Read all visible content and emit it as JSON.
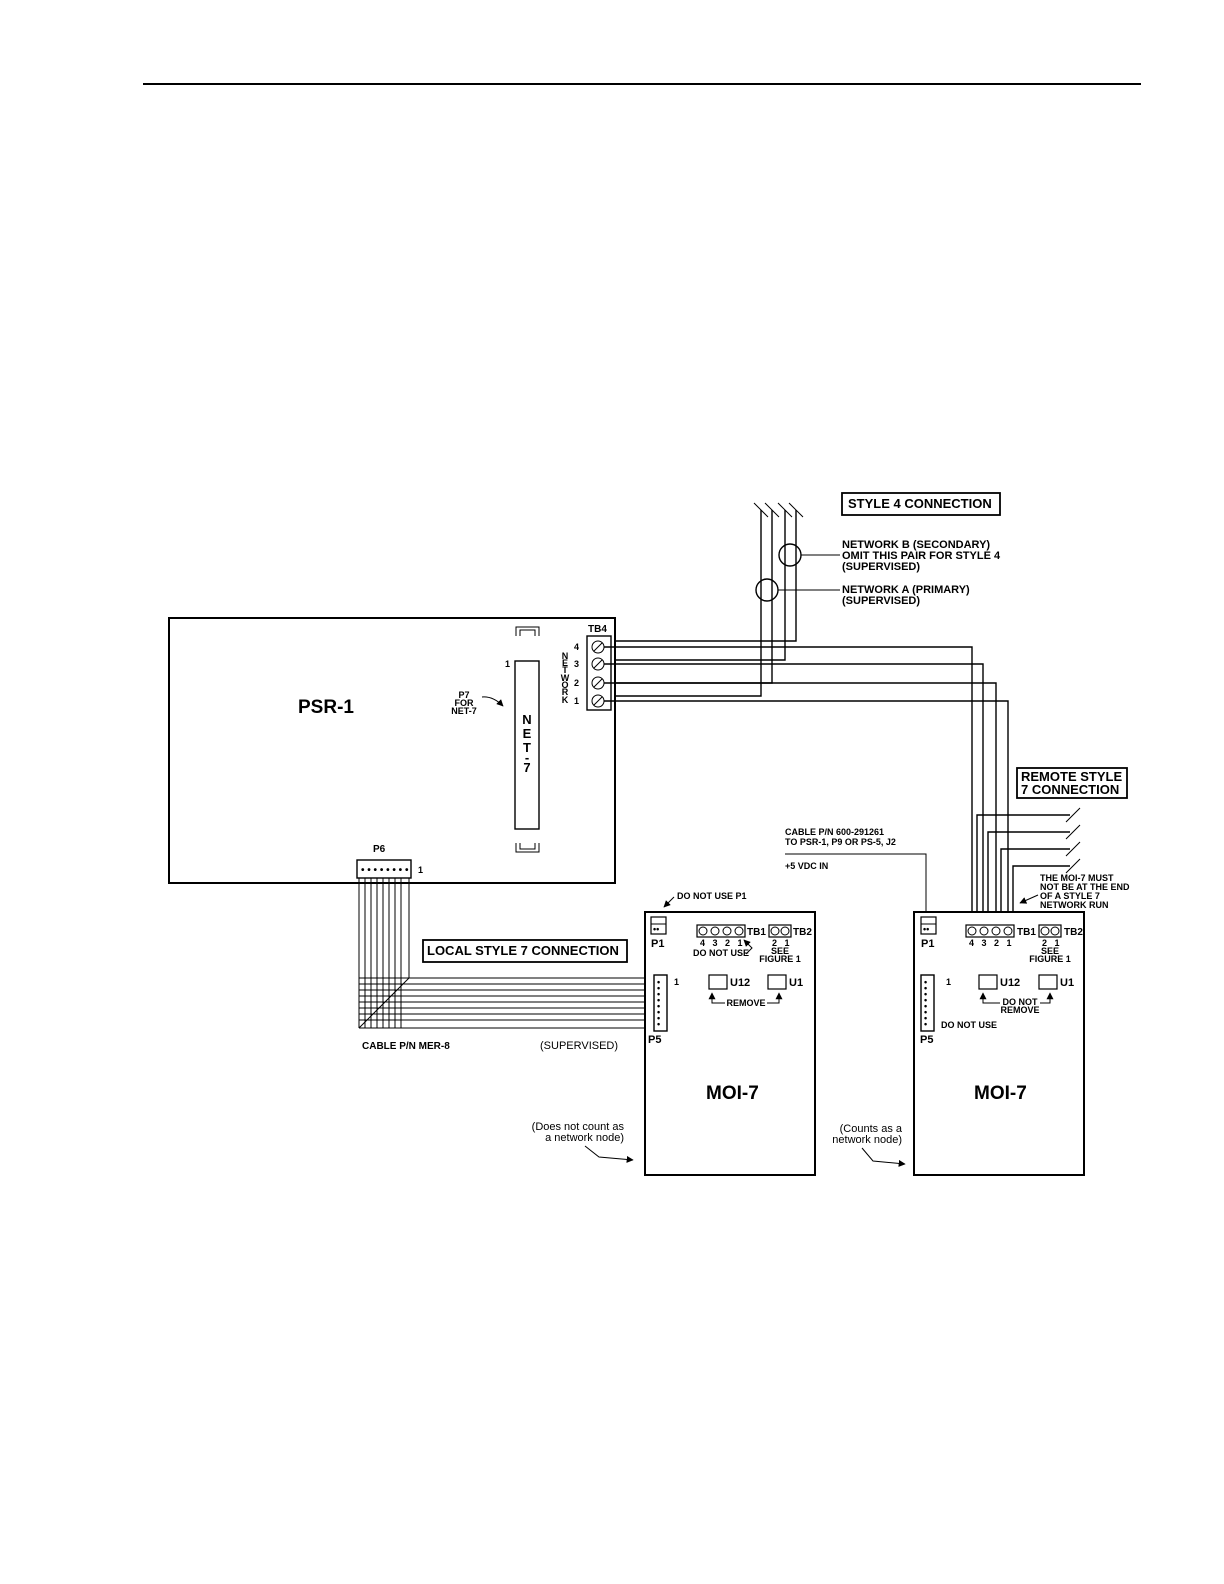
{
  "psr1": {
    "title": "PSR-1",
    "tb4_label": "TB4",
    "network_letters": [
      "N",
      "E",
      "T",
      "W",
      "O",
      "R",
      "K"
    ],
    "terminals": [
      "4",
      "3",
      "2",
      "1"
    ],
    "slot_letters": [
      "N",
      "E",
      "T",
      "-",
      "7"
    ],
    "slot_pin": "1",
    "p7_note": [
      "P7",
      "FOR",
      "NET-7"
    ],
    "p6_label": "P6",
    "p6_pin": "1"
  },
  "style4": {
    "heading": "STYLE 4 CONNECTION",
    "network_b": [
      "NETWORK B   (SECONDARY)",
      "OMIT THIS PAIR FOR STYLE 4",
      "(SUPERVISED)"
    ],
    "network_a": [
      "NETWORK A   (PRIMARY)",
      "(SUPERVISED)"
    ]
  },
  "remote": {
    "heading": [
      "REMOTE STYLE",
      "7 CONNECTION"
    ],
    "end_note": [
      "THE MOI-7 MUST",
      "NOT BE AT THE END",
      "OF A STYLE 7",
      "NETWORK RUN"
    ],
    "cable_note": [
      "CABLE P/N 600-291261",
      "TO PSR-1, P9 OR PS-5, J2"
    ],
    "vdc": "+5 VDC IN"
  },
  "local": {
    "heading": "LOCAL STYLE 7 CONNECTION",
    "cable": "CABLE P/N MER-8",
    "supervised": "(SUPERVISED)"
  },
  "moi_left": {
    "title": "MOI-7",
    "p1_note": "DO NOT USE P1",
    "p1": "P1",
    "tb1": "TB1",
    "tb2": "TB2",
    "tb1_nums": "4   3   2   1",
    "tb2_nums": "2   1",
    "tb1_note": "DO NOT USE",
    "see_fig": [
      "SEE",
      "FIGURE 1"
    ],
    "u12": "U12",
    "u1": "U1",
    "chip_note": [
      "REMOVE"
    ],
    "p5": "P5",
    "p5_pin": "1",
    "node_note": [
      "(Does not count as",
      "a network node)"
    ]
  },
  "moi_right": {
    "title": "MOI-7",
    "p1": "P1",
    "tb1": "TB1",
    "tb2": "TB2",
    "tb1_nums": "4   3   2   1",
    "tb2_nums": "2   1",
    "see_fig": [
      "SEE",
      "FIGURE 1"
    ],
    "u12": "U12",
    "u1": "U1",
    "chip_note": [
      "DO NOT",
      "REMOVE"
    ],
    "p5": "P5",
    "p5_pin": "1",
    "p5_note": "DO NOT USE",
    "node_note": [
      "(Counts as a",
      "network node)"
    ]
  }
}
